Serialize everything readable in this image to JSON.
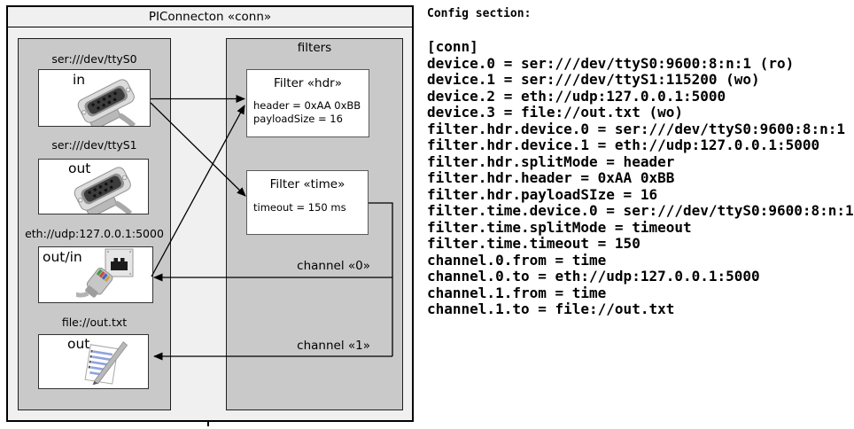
{
  "colors": {
    "canvas_fill": "#f0f0f0",
    "panel_fill": "#c9c9c9"
  },
  "diagram": {
    "title": "PIConnecton «conn»",
    "devices_panel": {
      "devices": [
        {
          "label": "ser:///dev/ttyS0",
          "direction": "in",
          "icon": "serial-connector-icon"
        },
        {
          "label": "ser:///dev/ttyS1",
          "direction": "out",
          "icon": "serial-connector-icon"
        },
        {
          "label": "eth://udp:127.0.0.1:5000",
          "direction": "out/in",
          "icon": "ethernet-connector-icon"
        },
        {
          "label": "file://out.txt",
          "direction": "out",
          "icon": "text-file-icon"
        }
      ]
    },
    "filters_panel": {
      "title": "filters",
      "filters": [
        {
          "title": "Filter «hdr»",
          "attributes": [
            "header = 0xAA 0xBB",
            "payloadSize = 16"
          ]
        },
        {
          "title": "Filter «time»",
          "attributes": [
            "timeout = 150 ms"
          ]
        }
      ]
    },
    "channel_labels": [
      "channel «0»",
      "channel «1»"
    ]
  },
  "config": {
    "title": "Config section:",
    "lines": [
      "[conn]",
      "device.0 = ser:///dev/ttyS0:9600:8:n:1 (ro)",
      "device.1 = ser:///dev/ttyS1:115200 (wo)",
      "device.2 = eth://udp:127.0.0.1:5000",
      "device.3 = file://out.txt (wo)",
      "filter.hdr.device.0 = ser:///dev/ttyS0:9600:8:n:1",
      "filter.hdr.device.1 = eth://udp:127.0.0.1:5000",
      "filter.hdr.splitMode = header",
      "filter.hdr.header = 0xAA 0xBB",
      "filter.hdr.payloadSIze = 16",
      "filter.time.device.0 = ser:///dev/ttyS0:9600:8:n:1",
      "filter.time.splitMode = timeout",
      "filter.time.timeout = 150",
      "channel.0.from = time",
      "channel.0.to = eth://udp:127.0.0.1:5000",
      "channel.1.from = time",
      "channel.1.to = file://out.txt"
    ]
  }
}
